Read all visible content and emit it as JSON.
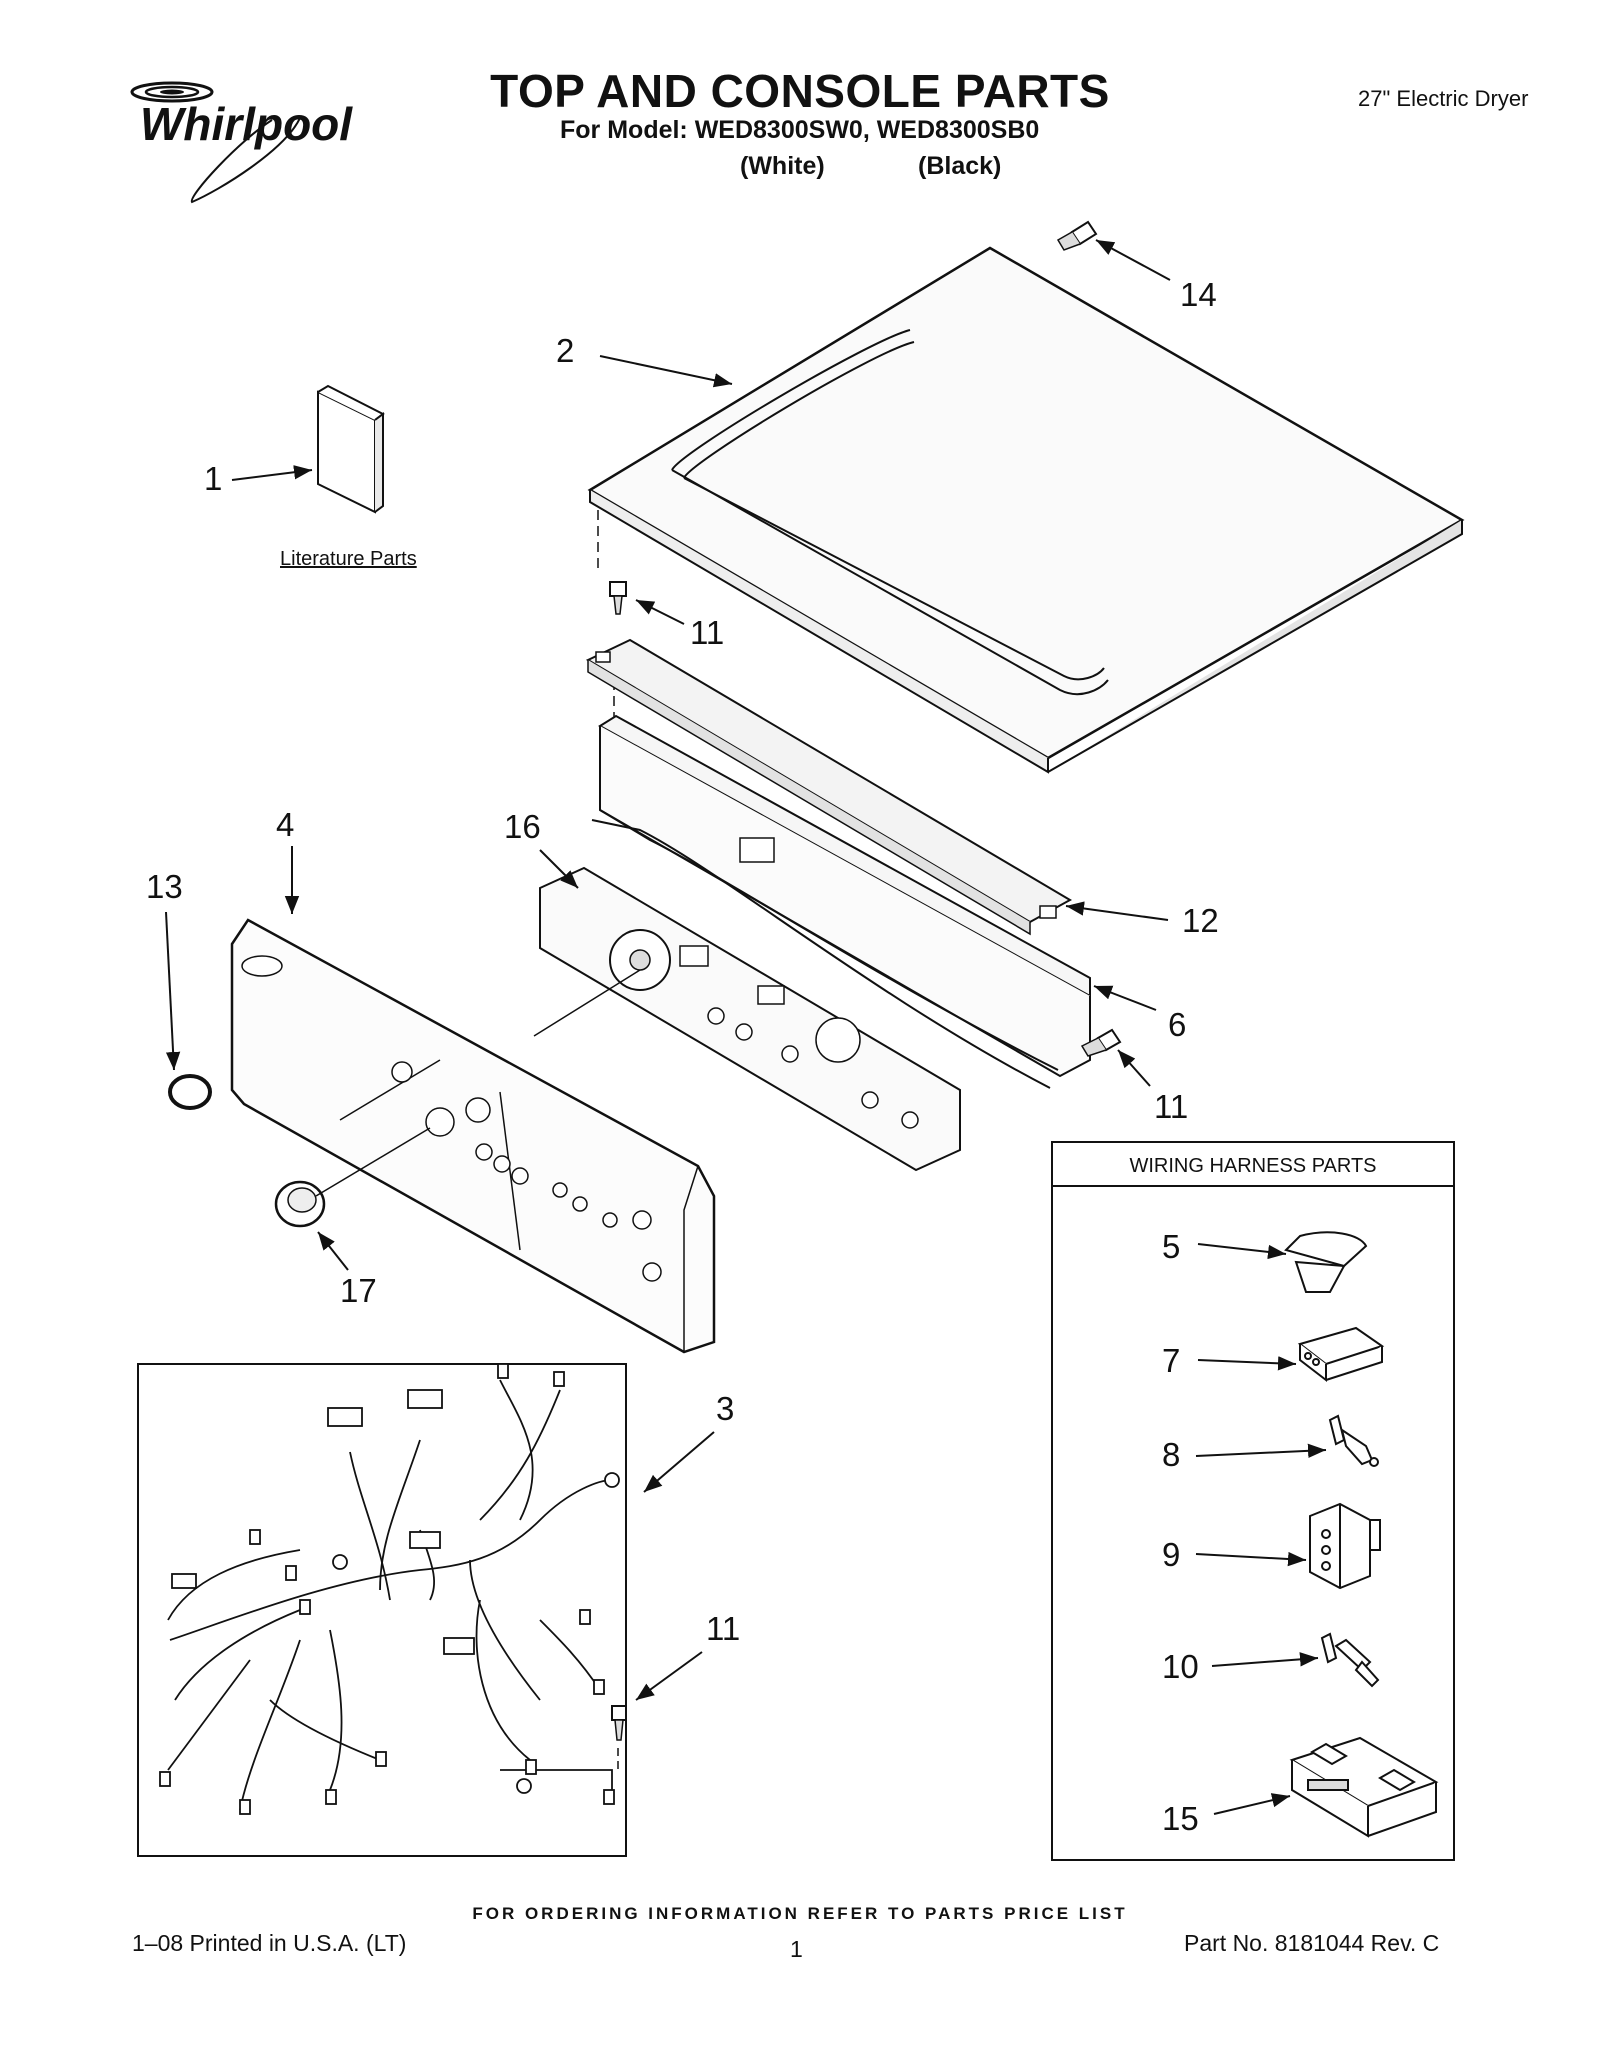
{
  "header": {
    "brand": "Whirlpool",
    "title": "TOP AND CONSOLE PARTS",
    "model_line": "For Model: WED8300SW0, WED8300SB0",
    "variant_white": "(White)",
    "variant_black": "(Black)",
    "product_type": "27\" Electric Dryer"
  },
  "diagram": {
    "literature_label": "Literature Parts",
    "wiring_box_title": "WIRING HARNESS PARTS",
    "callouts": {
      "c1": "1",
      "c2": "2",
      "c3": "3",
      "c4": "4",
      "c5": "5",
      "c6": "6",
      "c7": "7",
      "c8": "8",
      "c9": "9",
      "c10": "10",
      "c11a": "11",
      "c11b": "11",
      "c11c": "11",
      "c12": "12",
      "c13": "13",
      "c14": "14",
      "c15": "15",
      "c16": "16",
      "c17": "17"
    }
  },
  "footer": {
    "ordering_note": "FOR ORDERING INFORMATION REFER TO PARTS PRICE LIST",
    "printed": "1–08 Printed in U.S.A. (LT)",
    "page_number": "1",
    "part_number": "Part No. 8181044 Rev. C"
  }
}
